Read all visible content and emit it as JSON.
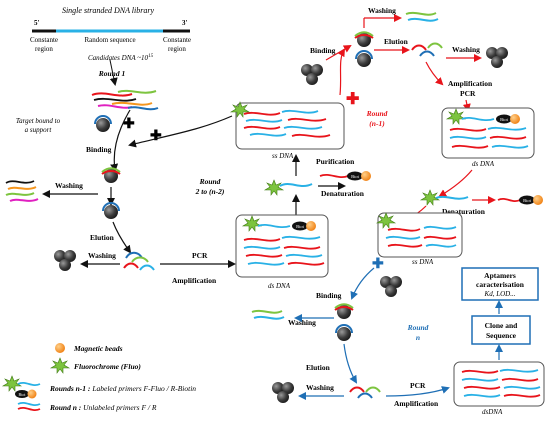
{
  "library": {
    "title": "Single stranded DNA library",
    "end5": "5'",
    "end3": "3'",
    "left_region": [
      "Constante",
      "region"
    ],
    "middle_region": "Random sequence",
    "right_region": [
      "Constante",
      "region"
    ],
    "candidates": "Candidates DNA ~10",
    "candidates_exp": "15"
  },
  "round1": "Round 1",
  "target": [
    "Target bound to",
    "a support"
  ],
  "left_loop": {
    "binding": "Binding",
    "washing": "Washing",
    "elution": "Elution",
    "washing2": "Washing",
    "amplification": "Amplification",
    "pcr": "PCR",
    "round": [
      "Round",
      "2 to (n-2)"
    ]
  },
  "ss_dna": "ss DNA",
  "ds_dna": "ds DNA",
  "purification": "Purification",
  "denaturation": "Denaturation",
  "biot": "Biot",
  "red_loop": {
    "washing_top": "Washing",
    "binding": "Binding",
    "elution": "Elution",
    "washing": "Washing",
    "amplification": "Amplification",
    "pcr": "PCR",
    "round": [
      "Round",
      "(n-1)"
    ],
    "ds_dna": "ds DNA",
    "denaturation": "Denaturation",
    "ss_dna": "ss DNA"
  },
  "blue_loop": {
    "binding": "Binding",
    "washing": "Washing",
    "round": [
      "Round",
      "n"
    ],
    "elution": "Elution",
    "washing2": "Washing",
    "pcr": "PCR",
    "amplification": "Amplification",
    "ds_dna": "dsDNA",
    "clone": [
      "Clone and",
      "Sequence"
    ],
    "aptamers": [
      "Aptamers",
      "caracterisation",
      "Kd, LOD..."
    ]
  },
  "legend": {
    "beads": "Magnetic beads",
    "fluo": "Fluorochrome (Fluo)",
    "rounds_n1_bold": "Rounds n-1 :",
    "rounds_n1_rest": " Labeled primers F-Fluo / R-Biotin",
    "round_n_bold": "Round n :",
    "round_n_rest": " Unlabeled primers F / R"
  },
  "colors": {
    "red": "#e8141b",
    "blue": "#1f6fb5",
    "cyan": "#29b1e6",
    "orange": "#f5961e",
    "green": "#7dc43f"
  }
}
